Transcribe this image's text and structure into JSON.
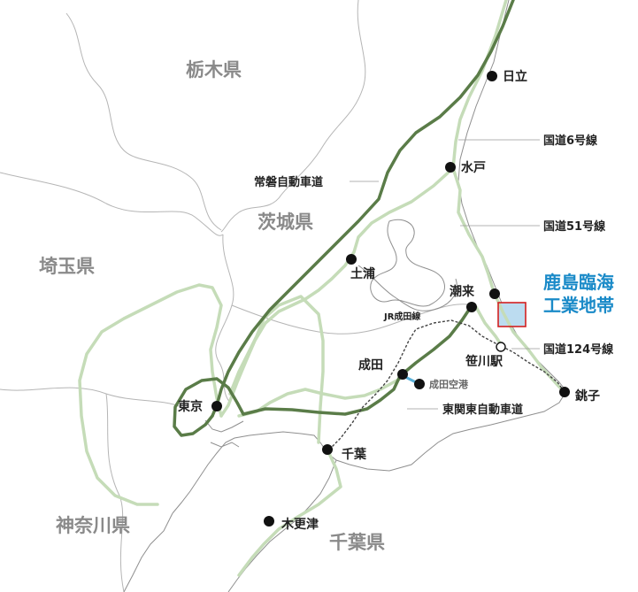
{
  "prefectures": [
    {
      "name": "栃木県"
    },
    {
      "name": "茨城県"
    },
    {
      "name": "埼玉県"
    },
    {
      "name": "神奈川県"
    },
    {
      "name": "千葉県"
    }
  ],
  "cities": [
    {
      "name": "日立"
    },
    {
      "name": "水戸"
    },
    {
      "name": "土浦"
    },
    {
      "name": "潮来"
    },
    {
      "name": "成田"
    },
    {
      "name": "東京"
    },
    {
      "name": "千葉"
    },
    {
      "name": "木更津"
    },
    {
      "name": "銚子"
    }
  ],
  "stations": [
    {
      "name": "笹川駅"
    }
  ],
  "airport": {
    "name": "成田空港"
  },
  "roads": [
    {
      "name": "国道6号線"
    },
    {
      "name": "常磐自動車道"
    },
    {
      "name": "国道51号線"
    },
    {
      "name": "国道124号線"
    },
    {
      "name": "東関東自動車道"
    }
  ],
  "railway": {
    "name": "JR成田線"
  },
  "highlight": {
    "line1": "鹿島臨海",
    "line2": "工業地帯",
    "text_color": "#1a8ac8",
    "box_color": "#d22020",
    "fill_color": "#bcdcf0"
  },
  "colors": {
    "expressway": "#5a7c48",
    "national_road": "#c5dcb8",
    "airport_link": "#5ab0d8"
  }
}
